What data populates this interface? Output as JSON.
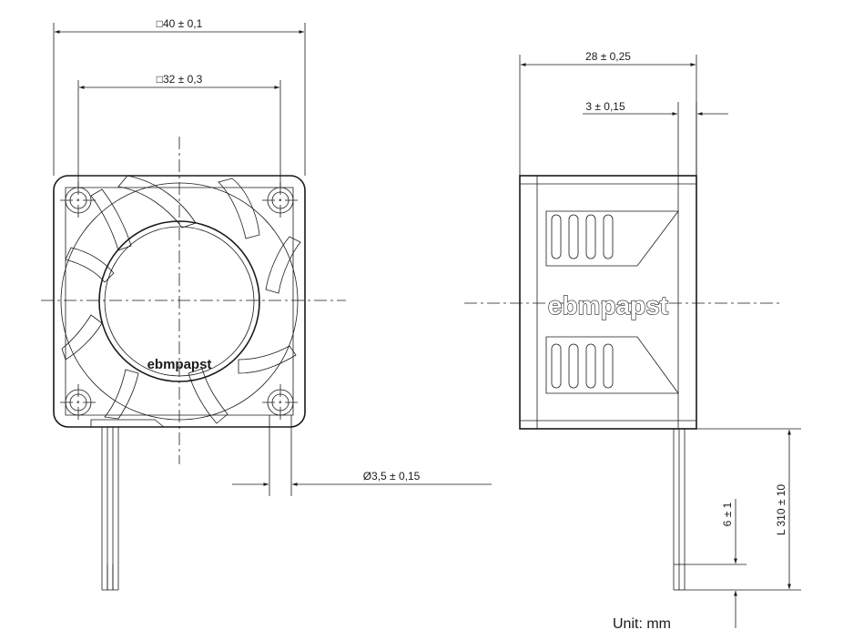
{
  "dimensions": {
    "frame_outer": "□40 ± 0,1",
    "hole_spacing": "□32 ± 0,3",
    "hole_diameter": "Ø3,5 ± 0,15",
    "depth": "28 ± 0,25",
    "flange": "3 ± 0,15",
    "strip_length": "6 ± 1",
    "lead_length": "L 310 ± 10"
  },
  "brand": {
    "logo_front": "ebmpapst",
    "logo_side": "ebmpapst"
  },
  "unit_note": "Unit: mm"
}
